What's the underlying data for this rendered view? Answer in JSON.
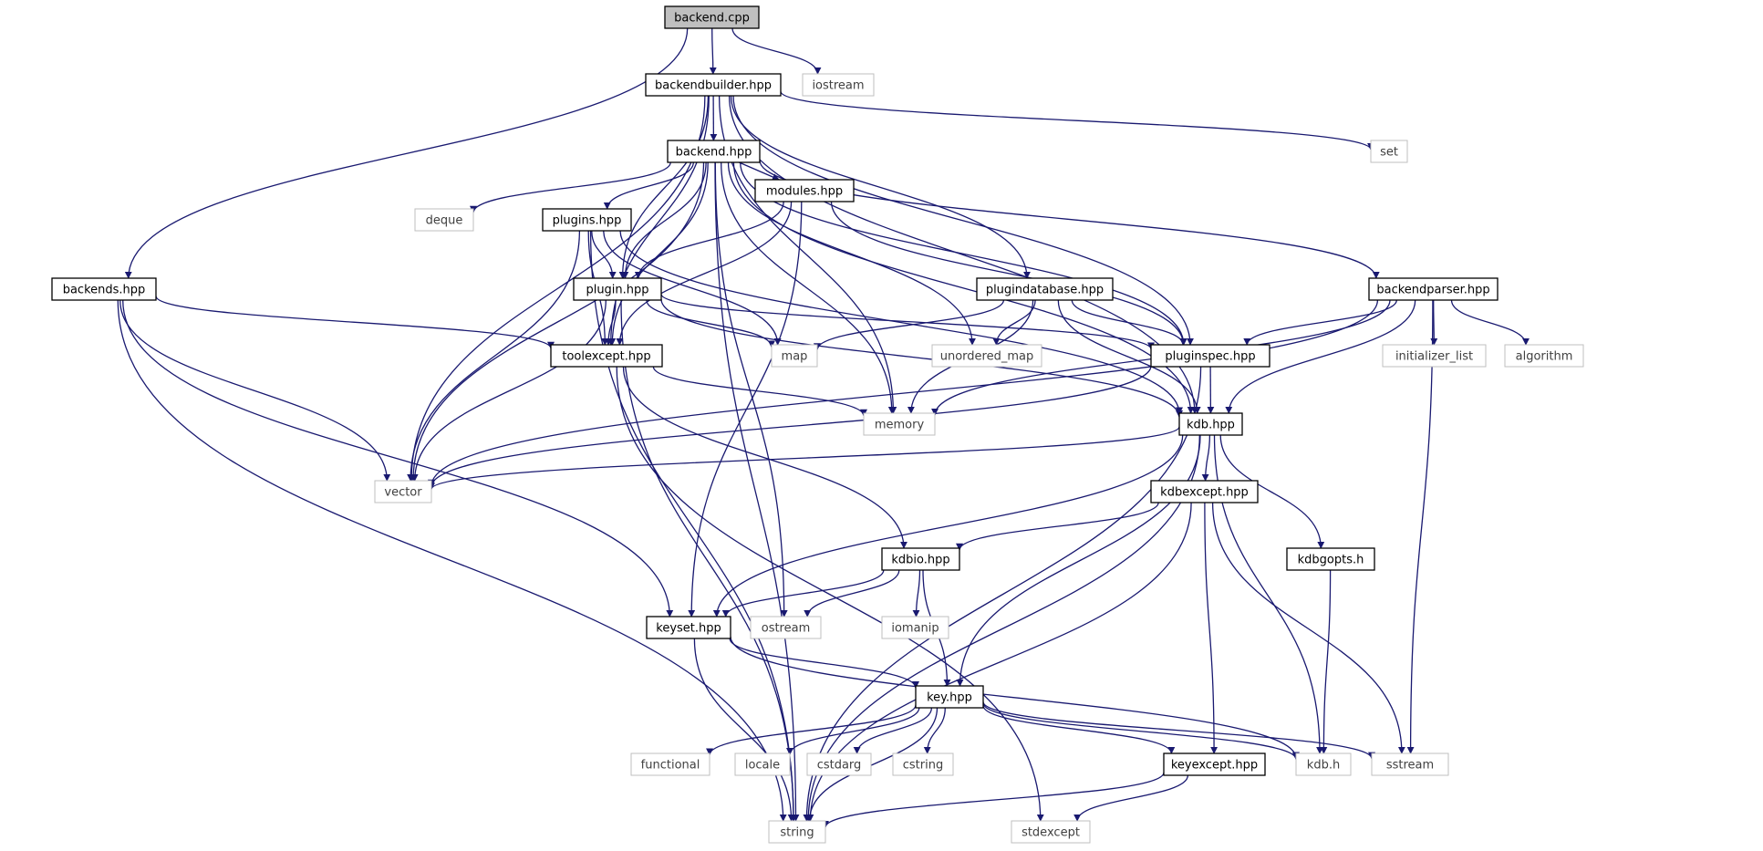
{
  "diagram": {
    "colors": {
      "edge": "#191970",
      "root_fill": "#bfbfbf",
      "node_border": "#000000",
      "external_border": "#bfbfbf"
    },
    "nodes": [
      {
        "id": "backend_cpp",
        "label": "backend.cpp",
        "kind": "root"
      },
      {
        "id": "backendbuilder_hpp",
        "label": "backendbuilder.hpp",
        "kind": "header"
      },
      {
        "id": "iostream",
        "label": "iostream",
        "kind": "external"
      },
      {
        "id": "backend_hpp",
        "label": "backend.hpp",
        "kind": "header"
      },
      {
        "id": "set",
        "label": "set",
        "kind": "external"
      },
      {
        "id": "deque",
        "label": "deque",
        "kind": "external"
      },
      {
        "id": "plugins_hpp",
        "label": "plugins.hpp",
        "kind": "header"
      },
      {
        "id": "modules_hpp",
        "label": "modules.hpp",
        "kind": "header"
      },
      {
        "id": "backends_hpp",
        "label": "backends.hpp",
        "kind": "header"
      },
      {
        "id": "plugin_hpp",
        "label": "plugin.hpp",
        "kind": "header"
      },
      {
        "id": "plugindatabase_hpp",
        "label": "plugindatabase.hpp",
        "kind": "header"
      },
      {
        "id": "backendparser_hpp",
        "label": "backendparser.hpp",
        "kind": "header"
      },
      {
        "id": "toolexcept_hpp",
        "label": "toolexcept.hpp",
        "kind": "header"
      },
      {
        "id": "map",
        "label": "map",
        "kind": "external"
      },
      {
        "id": "unordered_map",
        "label": "unordered_map",
        "kind": "external"
      },
      {
        "id": "pluginspec_hpp",
        "label": "pluginspec.hpp",
        "kind": "header"
      },
      {
        "id": "initializer_list",
        "label": "initializer_list",
        "kind": "external"
      },
      {
        "id": "algorithm",
        "label": "algorithm",
        "kind": "external"
      },
      {
        "id": "memory",
        "label": "memory",
        "kind": "external"
      },
      {
        "id": "kdb_hpp",
        "label": "kdb.hpp",
        "kind": "header"
      },
      {
        "id": "vector",
        "label": "vector",
        "kind": "external"
      },
      {
        "id": "kdbexcept_hpp",
        "label": "kdbexcept.hpp",
        "kind": "header"
      },
      {
        "id": "kdbio_hpp",
        "label": "kdbio.hpp",
        "kind": "header"
      },
      {
        "id": "kdbgopts_h",
        "label": "kdbgopts.h",
        "kind": "header"
      },
      {
        "id": "keyset_hpp",
        "label": "keyset.hpp",
        "kind": "header"
      },
      {
        "id": "ostream",
        "label": "ostream",
        "kind": "external"
      },
      {
        "id": "iomanip",
        "label": "iomanip",
        "kind": "external"
      },
      {
        "id": "key_hpp",
        "label": "key.hpp",
        "kind": "header"
      },
      {
        "id": "functional",
        "label": "functional",
        "kind": "external"
      },
      {
        "id": "locale",
        "label": "locale",
        "kind": "external"
      },
      {
        "id": "cstdarg",
        "label": "cstdarg",
        "kind": "external"
      },
      {
        "id": "cstring",
        "label": "cstring",
        "kind": "external"
      },
      {
        "id": "keyexcept_hpp",
        "label": "keyexcept.hpp",
        "kind": "header"
      },
      {
        "id": "kdb_h",
        "label": "kdb.h",
        "kind": "external"
      },
      {
        "id": "sstream",
        "label": "sstream",
        "kind": "external"
      },
      {
        "id": "string",
        "label": "string",
        "kind": "external"
      },
      {
        "id": "stdexcept",
        "label": "stdexcept",
        "kind": "external"
      }
    ],
    "edges": [
      {
        "from": "backend_cpp",
        "to": "backendbuilder_hpp"
      },
      {
        "from": "backend_cpp",
        "to": "iostream"
      },
      {
        "from": "backend_cpp",
        "to": "backends_hpp"
      },
      {
        "from": "backendbuilder_hpp",
        "to": "backend_hpp"
      },
      {
        "from": "backendbuilder_hpp",
        "to": "set"
      },
      {
        "from": "backendbuilder_hpp",
        "to": "plugin_hpp"
      },
      {
        "from": "backendbuilder_hpp",
        "to": "vector"
      },
      {
        "from": "backendbuilder_hpp",
        "to": "memory"
      },
      {
        "from": "backendbuilder_hpp",
        "to": "plugindatabase_hpp"
      },
      {
        "from": "backendbuilder_hpp",
        "to": "pluginspec_hpp"
      },
      {
        "from": "backendbuilder_hpp",
        "to": "kdb_hpp"
      },
      {
        "from": "backendbuilder_hpp",
        "to": "toolexcept_hpp"
      },
      {
        "from": "backend_hpp",
        "to": "deque"
      },
      {
        "from": "backend_hpp",
        "to": "plugins_hpp"
      },
      {
        "from": "backend_hpp",
        "to": "modules_hpp"
      },
      {
        "from": "backend_hpp",
        "to": "plugin_hpp"
      },
      {
        "from": "backend_hpp",
        "to": "toolexcept_hpp"
      },
      {
        "from": "backend_hpp",
        "to": "memory"
      },
      {
        "from": "backend_hpp",
        "to": "unordered_map"
      },
      {
        "from": "backend_hpp",
        "to": "pluginspec_hpp"
      },
      {
        "from": "backend_hpp",
        "to": "backendparser_hpp"
      },
      {
        "from": "backend_hpp",
        "to": "kdb_hpp"
      },
      {
        "from": "backend_hpp",
        "to": "vector"
      },
      {
        "from": "backend_hpp",
        "to": "string"
      },
      {
        "from": "backend_hpp",
        "to": "ostream"
      },
      {
        "from": "plugins_hpp",
        "to": "plugin_hpp"
      },
      {
        "from": "plugins_hpp",
        "to": "toolexcept_hpp"
      },
      {
        "from": "plugins_hpp",
        "to": "map"
      },
      {
        "from": "plugins_hpp",
        "to": "vector"
      },
      {
        "from": "plugins_hpp",
        "to": "string"
      },
      {
        "from": "plugins_hpp",
        "to": "kdb_hpp"
      },
      {
        "from": "modules_hpp",
        "to": "plugin_hpp"
      },
      {
        "from": "modules_hpp",
        "to": "toolexcept_hpp"
      },
      {
        "from": "modules_hpp",
        "to": "keyset_hpp"
      },
      {
        "from": "modules_hpp",
        "to": "pluginspec_hpp"
      },
      {
        "from": "backends_hpp",
        "to": "toolexcept_hpp"
      },
      {
        "from": "backends_hpp",
        "to": "vector"
      },
      {
        "from": "backends_hpp",
        "to": "string"
      },
      {
        "from": "backends_hpp",
        "to": "keyset_hpp"
      },
      {
        "from": "plugin_hpp",
        "to": "toolexcept_hpp"
      },
      {
        "from": "plugin_hpp",
        "to": "map"
      },
      {
        "from": "plugin_hpp",
        "to": "pluginspec_hpp"
      },
      {
        "from": "plugin_hpp",
        "to": "kdb_hpp"
      },
      {
        "from": "plugin_hpp",
        "to": "vector"
      },
      {
        "from": "plugin_hpp",
        "to": "string"
      },
      {
        "from": "plugindatabase_hpp",
        "to": "map"
      },
      {
        "from": "plugindatabase_hpp",
        "to": "unordered_map"
      },
      {
        "from": "plugindatabase_hpp",
        "to": "pluginspec_hpp"
      },
      {
        "from": "plugindatabase_hpp",
        "to": "memory"
      },
      {
        "from": "plugindatabase_hpp",
        "to": "kdb_hpp"
      },
      {
        "from": "backendparser_hpp",
        "to": "pluginspec_hpp"
      },
      {
        "from": "backendparser_hpp",
        "to": "initializer_list"
      },
      {
        "from": "backendparser_hpp",
        "to": "algorithm"
      },
      {
        "from": "backendparser_hpp",
        "to": "kdb_hpp"
      },
      {
        "from": "backendparser_hpp",
        "to": "memory"
      },
      {
        "from": "backendparser_hpp",
        "to": "vector"
      },
      {
        "from": "backendparser_hpp",
        "to": "sstream"
      },
      {
        "from": "toolexcept_hpp",
        "to": "memory"
      },
      {
        "from": "toolexcept_hpp",
        "to": "kdbio_hpp"
      },
      {
        "from": "toolexcept_hpp",
        "to": "stdexcept"
      },
      {
        "from": "pluginspec_hpp",
        "to": "kdb_hpp"
      },
      {
        "from": "pluginspec_hpp",
        "to": "vector"
      },
      {
        "from": "pluginspec_hpp",
        "to": "string"
      },
      {
        "from": "kdb_hpp",
        "to": "vector"
      },
      {
        "from": "kdb_hpp",
        "to": "kdbexcept_hpp"
      },
      {
        "from": "kdb_hpp",
        "to": "kdbgopts_h"
      },
      {
        "from": "kdb_hpp",
        "to": "keyset_hpp"
      },
      {
        "from": "kdb_hpp",
        "to": "key_hpp"
      },
      {
        "from": "kdb_hpp",
        "to": "string"
      },
      {
        "from": "kdb_hpp",
        "to": "kdb_h"
      },
      {
        "from": "kdbexcept_hpp",
        "to": "kdbio_hpp"
      },
      {
        "from": "kdbexcept_hpp",
        "to": "keyexcept_hpp"
      },
      {
        "from": "kdbexcept_hpp",
        "to": "sstream"
      },
      {
        "from": "kdbexcept_hpp",
        "to": "string"
      },
      {
        "from": "kdbio_hpp",
        "to": "keyset_hpp"
      },
      {
        "from": "kdbio_hpp",
        "to": "ostream"
      },
      {
        "from": "kdbio_hpp",
        "to": "iomanip"
      },
      {
        "from": "kdbio_hpp",
        "to": "key_hpp"
      },
      {
        "from": "kdbgopts_h",
        "to": "kdb_h"
      },
      {
        "from": "keyset_hpp",
        "to": "key_hpp"
      },
      {
        "from": "keyset_hpp",
        "to": "kdb_h"
      },
      {
        "from": "keyset_hpp",
        "to": "string"
      },
      {
        "from": "key_hpp",
        "to": "functional"
      },
      {
        "from": "key_hpp",
        "to": "locale"
      },
      {
        "from": "key_hpp",
        "to": "cstdarg"
      },
      {
        "from": "key_hpp",
        "to": "cstring"
      },
      {
        "from": "key_hpp",
        "to": "keyexcept_hpp"
      },
      {
        "from": "key_hpp",
        "to": "kdb_h"
      },
      {
        "from": "key_hpp",
        "to": "sstream"
      },
      {
        "from": "key_hpp",
        "to": "string"
      },
      {
        "from": "keyexcept_hpp",
        "to": "string"
      },
      {
        "from": "keyexcept_hpp",
        "to": "stdexcept"
      }
    ]
  }
}
